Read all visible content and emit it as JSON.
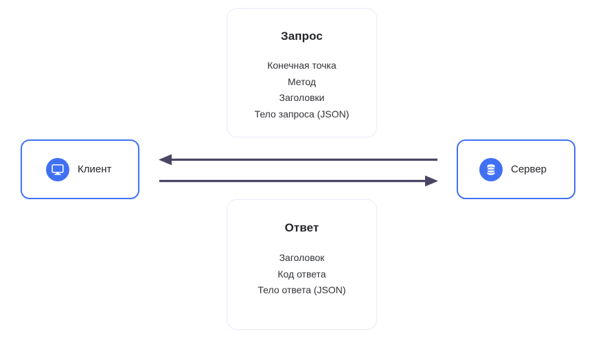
{
  "diagram": {
    "title": "Client-Server HTTP request response diagram",
    "colors": {
      "accent_blue": "#4070f4",
      "card_border": "#e9eefb",
      "arrow": "#4a4563",
      "text": "#25262b",
      "background": "#ffffff"
    },
    "request_card": {
      "title": "Запрос",
      "lines": [
        "Конечная точка",
        "Метод",
        "Заголовки",
        "Тело запроса (JSON)"
      ]
    },
    "response_card": {
      "title": "Ответ",
      "lines": [
        "Заголовок",
        "Код ответа",
        "Тело ответа (JSON)"
      ]
    },
    "nodes": [
      {
        "id": "client",
        "label": "Клиент",
        "icon": "monitor-icon"
      },
      {
        "id": "server",
        "label": "Сервер",
        "icon": "database-icon"
      }
    ],
    "arrows": [
      {
        "id": "response-arrow",
        "direction": "left",
        "from": "server",
        "to": "client"
      },
      {
        "id": "request-arrow",
        "direction": "right",
        "from": "client",
        "to": "server"
      }
    ]
  }
}
